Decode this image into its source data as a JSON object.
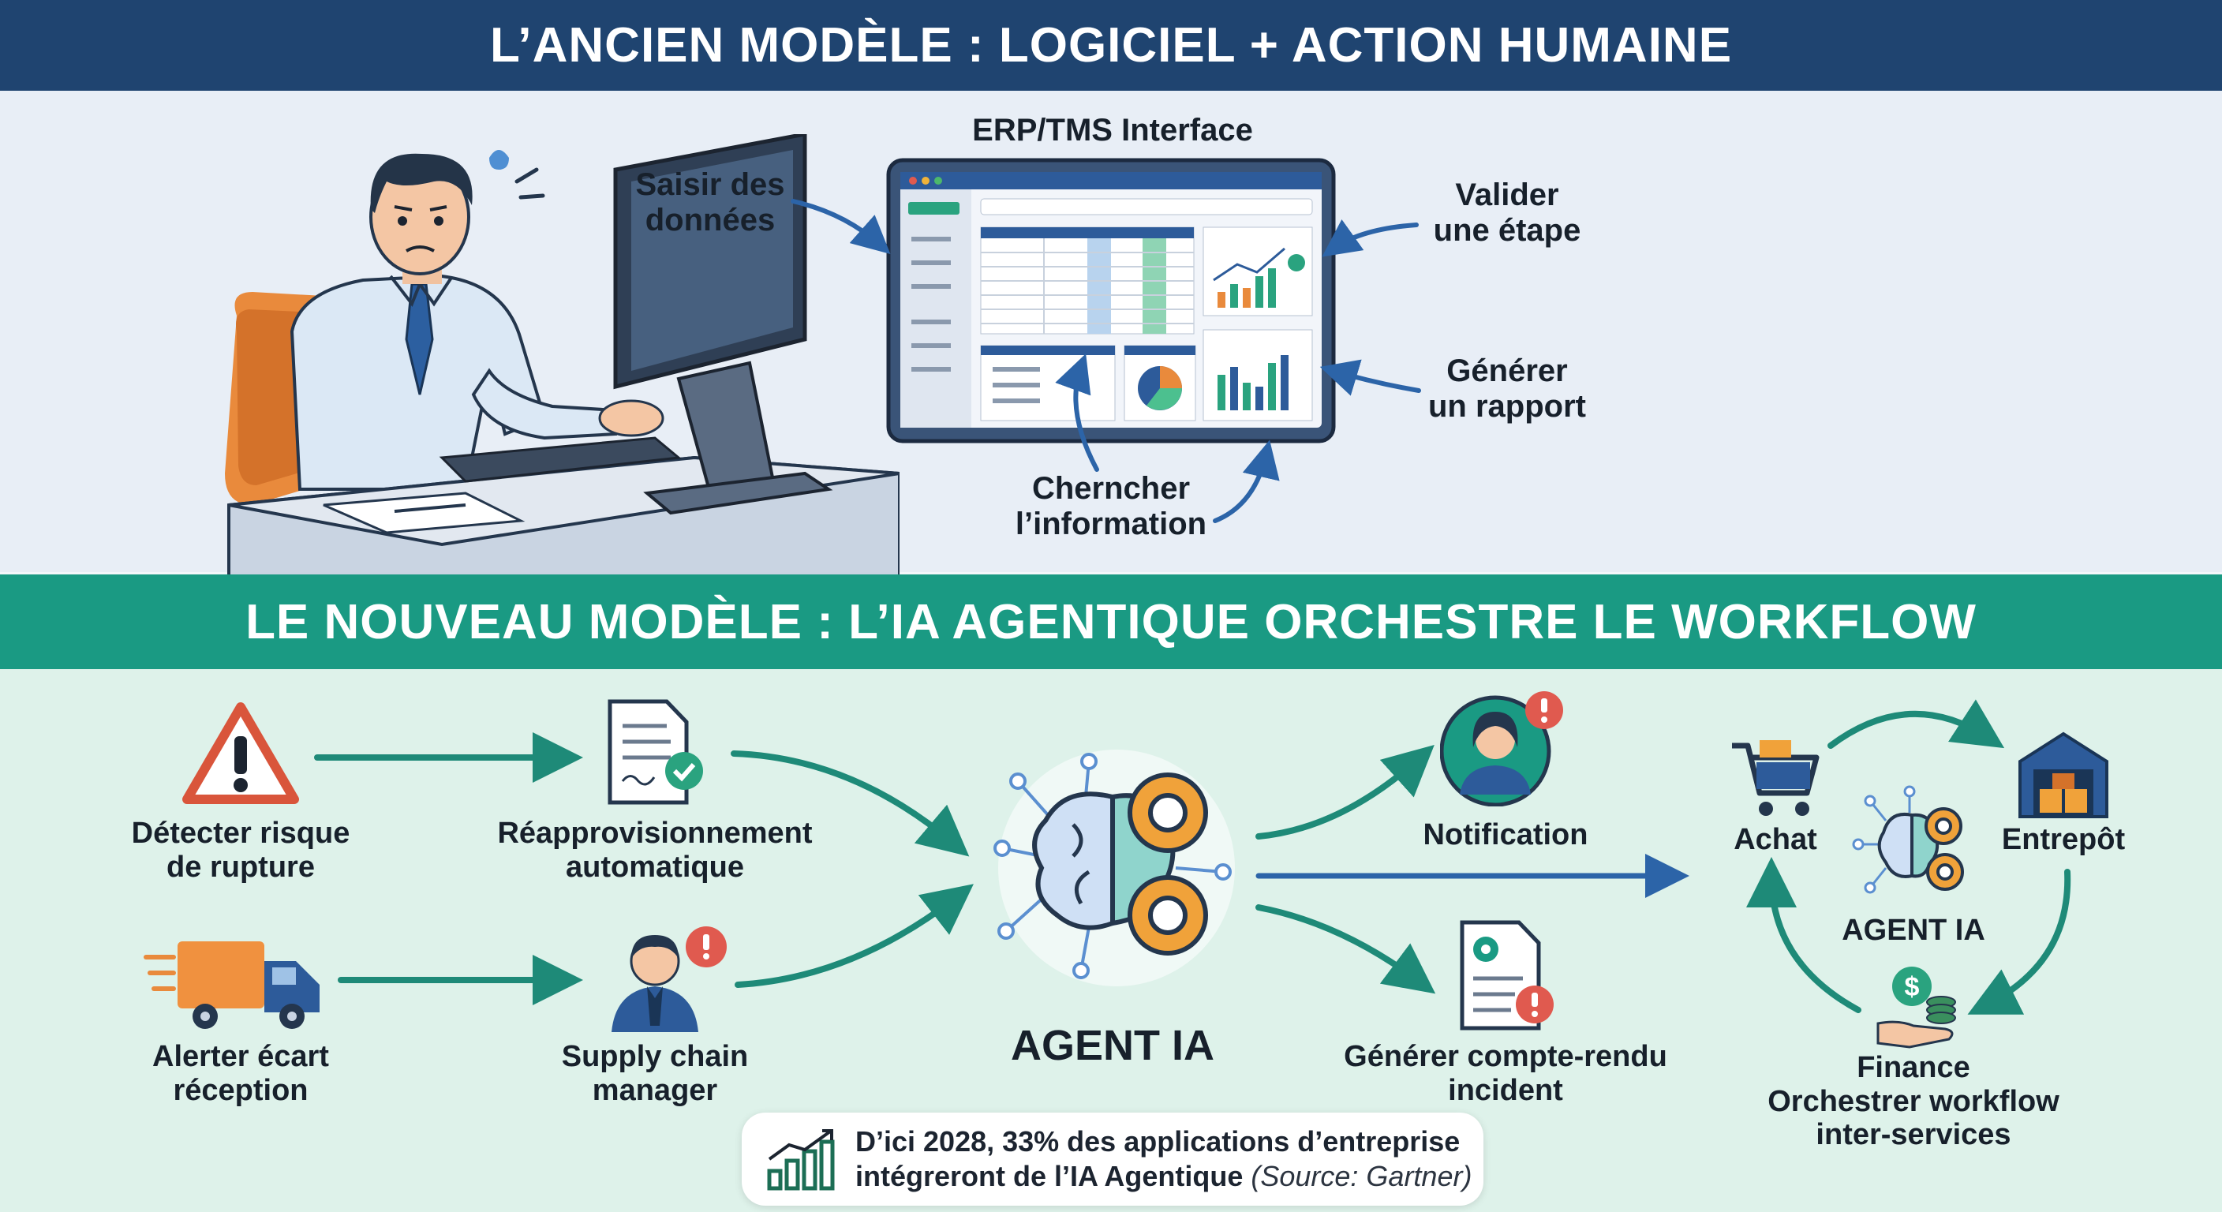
{
  "top": {
    "banner": "L’ANCIEN MODÈLE : LOGICIEL + ACTION HUMAINE",
    "screen_title": "ERP/TMS Interface",
    "actions": {
      "saisir": "Saisir des\ndonnées",
      "valider": "Valider\nune étape",
      "generer": "Générer\nun rapport",
      "chercher": "Chernc­her\nl’information"
    }
  },
  "bottom": {
    "banner": "LE NOUVEAU MODÈLE : L’IA AGENTIQUE ORCHESTRE LE WORKFLOW",
    "inputs": {
      "detecter": "Détecter risque\nde rupture",
      "reappro": "Réapprovisionnement\nautomatique",
      "alerter": "Alerter écart\nréception",
      "supply": "Supply chain\nmanager"
    },
    "agent_label": "AGENT IA",
    "outputs": {
      "notification": "Notification",
      "compte_rendu": "Générer compte-rendu\nincident"
    },
    "cycle": {
      "achat": "Achat",
      "entrepot": "Entrepôt",
      "agent": "AGENT IA",
      "finance": "Finance\nOrchestrer workflow\ninter-services"
    },
    "fact": {
      "line1": "D’ici 2028, 33% des applications d’entreprise",
      "line2": "intégreront de l’IA Agentique",
      "source": "(Source: Gartner)"
    }
  },
  "colors": {
    "top_banner": "#1f4470",
    "bottom_banner": "#1a9a83",
    "blue_arrow": "#2c64a8",
    "green_arrow": "#1e8a78"
  },
  "icons": [
    "warning-icon",
    "document-check-icon",
    "truck-icon",
    "manager-icon",
    "ai-brain-gear-icon",
    "notification-woman-icon",
    "report-alert-icon",
    "cart-icon",
    "warehouse-icon",
    "finance-hand-icon",
    "growth-chart-icon"
  ]
}
